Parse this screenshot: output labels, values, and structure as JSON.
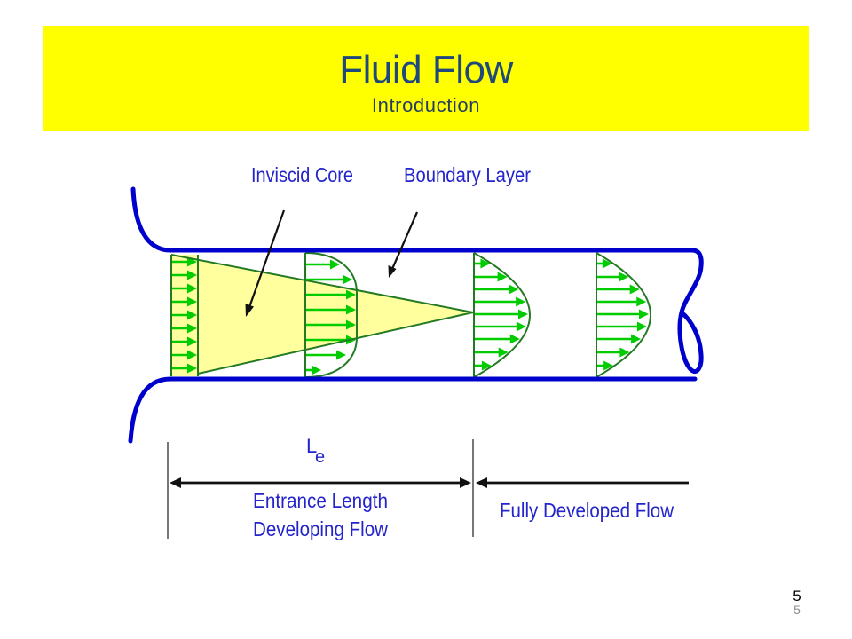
{
  "slide": {
    "title": "Fluid Flow",
    "subtitle": "Introduction",
    "page_number": "5",
    "footer_page_number": "5"
  },
  "diagram": {
    "labels": {
      "inviscid_core": "Inviscid Core",
      "boundary_layer": "Boundary Layer",
      "entrance_length_symbol": "L",
      "entrance_length_subscript": "e",
      "entrance_length": "Entrance Length",
      "developing_flow": "Developing Flow",
      "fully_developed_flow": "Fully Developed Flow"
    }
  },
  "colors": {
    "banner": "#FFFF00",
    "title": "#1F497D",
    "subtitle": "#243F60",
    "pipe": "#0000CC",
    "label": "#2424CC",
    "core-fill": "#FFFF9E",
    "profile-outline": "#237A23",
    "velocity": "#00CC00",
    "pointer": "#111111",
    "dimension": "#111111"
  }
}
